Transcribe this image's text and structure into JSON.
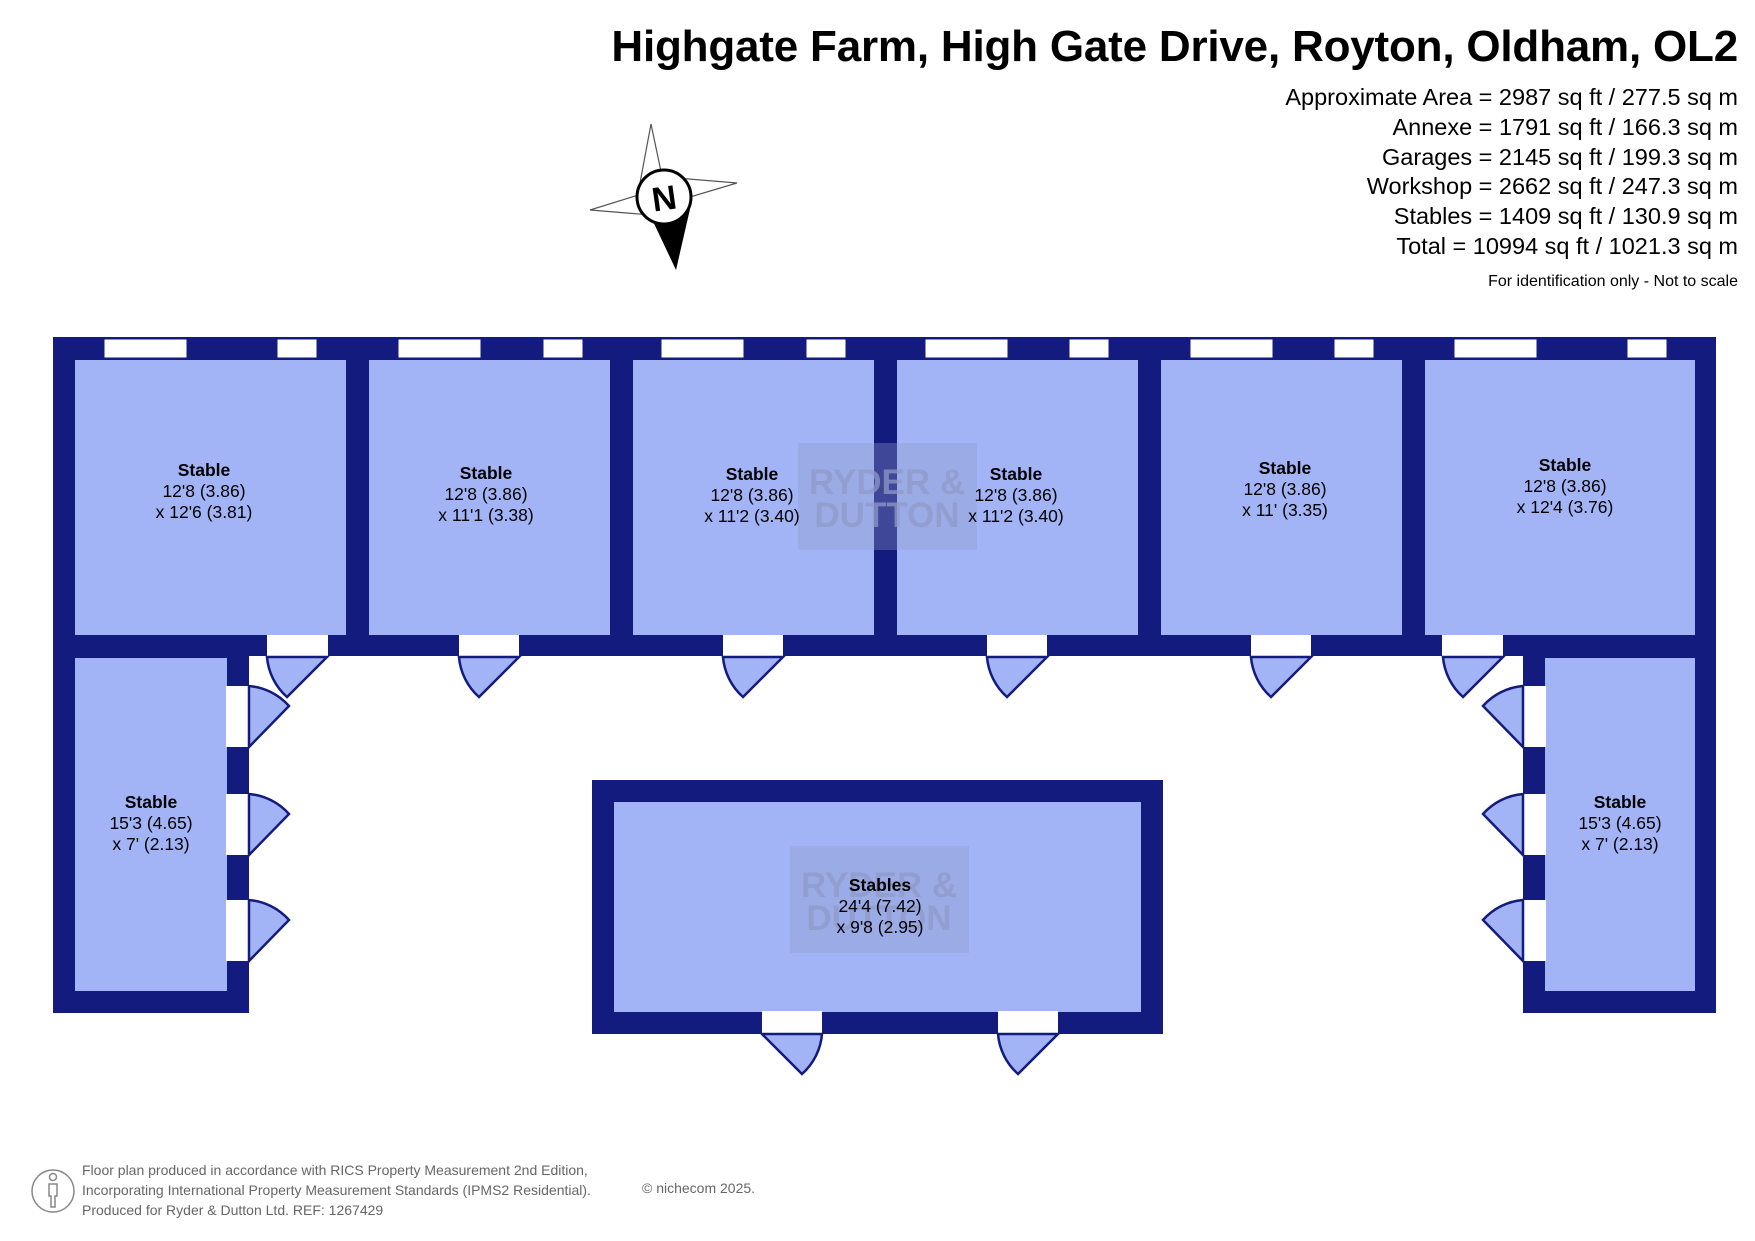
{
  "header": {
    "title": "Highgate Farm, High Gate Drive, Royton, Oldham, OL2",
    "areas": [
      "Approximate Area = 2987 sq ft / 277.5 sq m",
      "Annexe = 1791 sq ft / 166.3 sq m",
      "Garages = 2145 sq ft / 199.3 sq m",
      "Workshop = 2662 sq ft / 247.3 sq m",
      "Stables = 1409 sq ft / 130.9 sq m",
      "Total = 10994 sq ft / 1021.3 sq m"
    ],
    "note": "For identification only - Not to scale"
  },
  "compass": {
    "label": "N"
  },
  "watermark": {
    "line1": "RYDER &",
    "line2": "DUTTON"
  },
  "rooms": [
    {
      "name": "Stable",
      "dim1": "12'8 (3.86)",
      "dim2": "x 12'6 (3.81)"
    },
    {
      "name": "Stable",
      "dim1": "12'8 (3.86)",
      "dim2": "x 11'1 (3.38)"
    },
    {
      "name": "Stable",
      "dim1": "12'8 (3.86)",
      "dim2": "x 11'2 (3.40)"
    },
    {
      "name": "Stable",
      "dim1": "12'8 (3.86)",
      "dim2": "x 11'2 (3.40)"
    },
    {
      "name": "Stable",
      "dim1": "12'8 (3.86)",
      "dim2": "x 11' (3.35)"
    },
    {
      "name": "Stable",
      "dim1": "12'8 (3.86)",
      "dim2": "x 12'4 (3.76)"
    },
    {
      "name": "Stable",
      "dim1": "15'3 (4.65)",
      "dim2": "x 7' (2.13)"
    },
    {
      "name": "Stable",
      "dim1": "15'3 (4.65)",
      "dim2": "x 7' (2.13)"
    },
    {
      "name": "Stables",
      "dim1": "24'4 (7.42)",
      "dim2": "x 9'8 (2.95)"
    }
  ],
  "footer": {
    "line1": "Floor plan produced in accordance with RICS Property Measurement 2nd Edition,",
    "line2": "Incorporating International Property Measurement Standards (IPMS2 Residential).",
    "line3": "Produced for Ryder & Dutton Ltd.   REF:  1267429",
    "copyright": "© nichecom 2025."
  },
  "colors": {
    "wall": "#141b7e",
    "room": "#a2b4f6",
    "watermark": "#8f9ac8"
  }
}
